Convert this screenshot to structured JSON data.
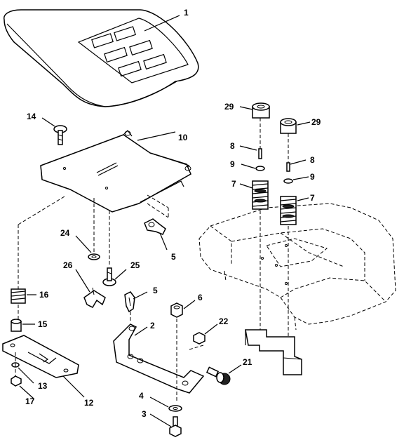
{
  "callouts": [
    {
      "id": "c1",
      "label": "1"
    },
    {
      "id": "c14",
      "label": "14"
    },
    {
      "id": "c10",
      "label": "10"
    },
    {
      "id": "c29a",
      "label": "29"
    },
    {
      "id": "c29b",
      "label": "29"
    },
    {
      "id": "c8a",
      "label": "8"
    },
    {
      "id": "c8b",
      "label": "8"
    },
    {
      "id": "c9a",
      "label": "9"
    },
    {
      "id": "c9b",
      "label": "9"
    },
    {
      "id": "c7a",
      "label": "7"
    },
    {
      "id": "c7b",
      "label": "7"
    },
    {
      "id": "c24",
      "label": "24"
    },
    {
      "id": "c5a",
      "label": "5"
    },
    {
      "id": "c26",
      "label": "26"
    },
    {
      "id": "c25",
      "label": "25"
    },
    {
      "id": "c5b",
      "label": "5"
    },
    {
      "id": "c6",
      "label": "6"
    },
    {
      "id": "c16",
      "label": "16"
    },
    {
      "id": "c15",
      "label": "15"
    },
    {
      "id": "c2",
      "label": "2"
    },
    {
      "id": "c22",
      "label": "22"
    },
    {
      "id": "c21",
      "label": "21"
    },
    {
      "id": "c13",
      "label": "13"
    },
    {
      "id": "c17",
      "label": "17"
    },
    {
      "id": "c12",
      "label": "12"
    },
    {
      "id": "c4",
      "label": "4"
    },
    {
      "id": "c3",
      "label": "3"
    }
  ],
  "colors": {
    "ink": "#000000",
    "paper": "#ffffff"
  }
}
